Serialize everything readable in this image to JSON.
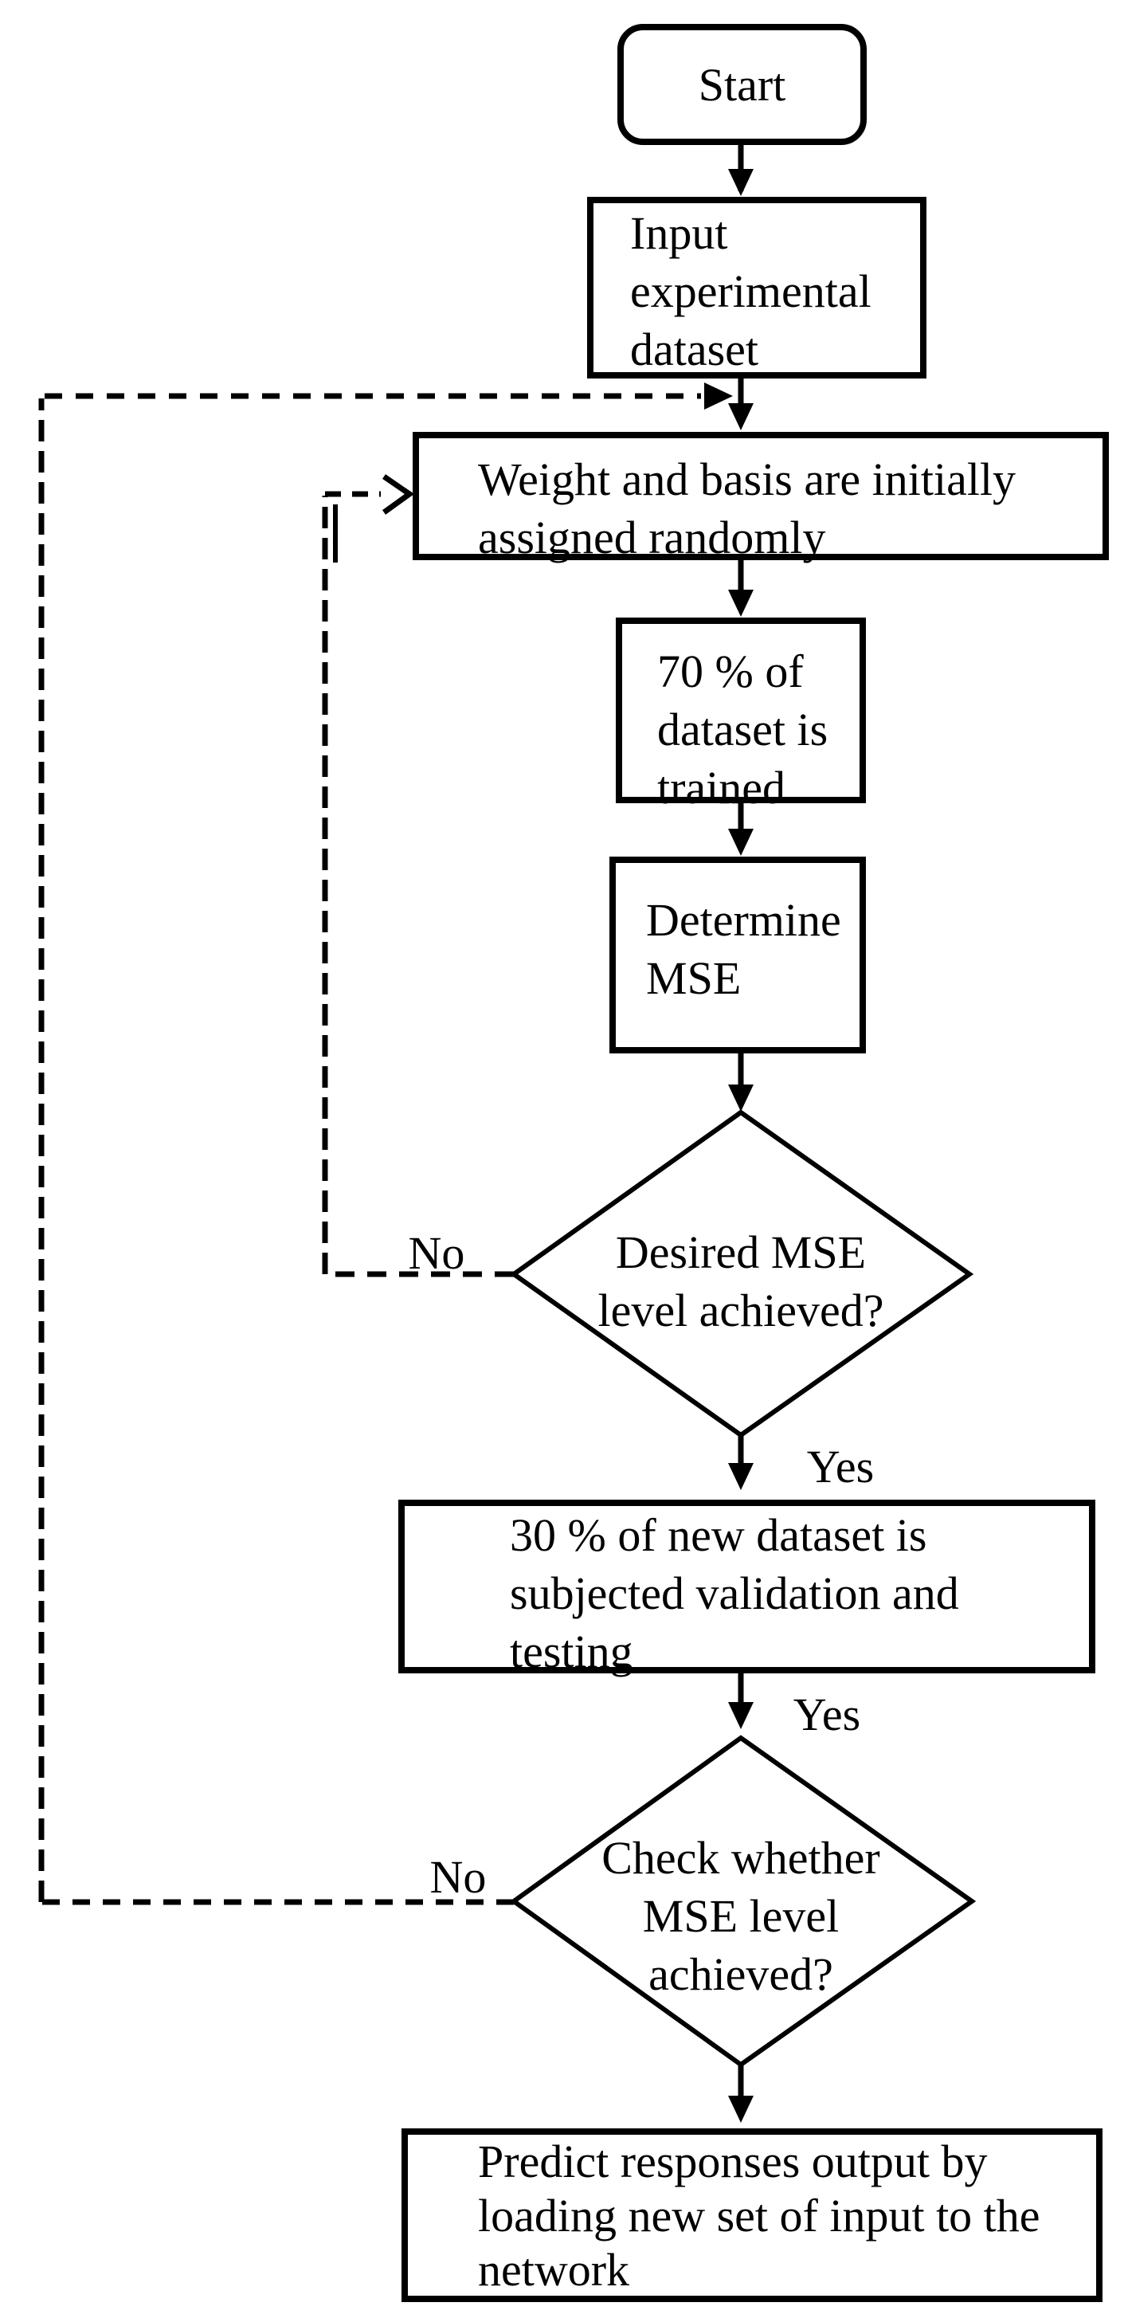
{
  "flowchart": {
    "background_color": "#ffffff",
    "stroke_color": "#000000",
    "text_color": "#000000",
    "nodes": [
      {
        "id": "start",
        "shape": "terminator",
        "text": "Start"
      },
      {
        "id": "input-dataset",
        "shape": "process",
        "text": "Input\nexperimental\ndataset"
      },
      {
        "id": "assign-weights",
        "shape": "process",
        "text": "Weight and basis are initially\nassigned randomly"
      },
      {
        "id": "train-70-percent",
        "shape": "process",
        "text": "70 % of\ndataset is\ntrained"
      },
      {
        "id": "determine-mse",
        "shape": "process",
        "text": "Determine\nMSE"
      },
      {
        "id": "desired-mse-check",
        "shape": "decision",
        "text": "Desired MSE\nlevel achieved?"
      },
      {
        "id": "validate-30-percent",
        "shape": "process",
        "text": "30 % of new dataset is\nsubjected validation and\ntesting"
      },
      {
        "id": "mse-level-check",
        "shape": "decision",
        "text": "Check whether\nMSE level\nachieved?"
      },
      {
        "id": "predict-output",
        "shape": "process",
        "text": "Predict responses output by\nloading new set of input to the\nnetwork"
      }
    ],
    "edge_labels": [
      {
        "id": "yes-1",
        "text": "Yes"
      },
      {
        "id": "no-1",
        "text": "No"
      },
      {
        "id": "yes-2",
        "text": "Yes"
      },
      {
        "id": "no-2",
        "text": "No"
      }
    ]
  }
}
